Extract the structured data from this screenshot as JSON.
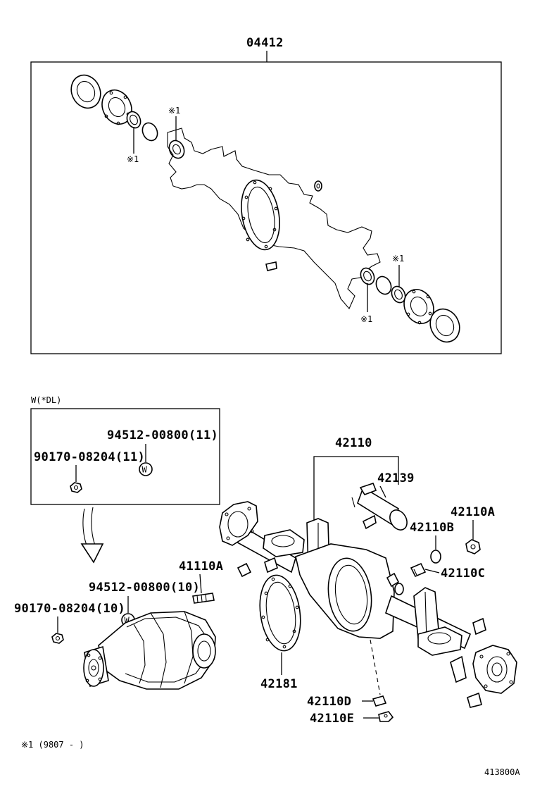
{
  "labels": {
    "kit": "04412",
    "mark_1a": "※1",
    "mark_1b": "※1",
    "mark_1c": "※1",
    "mark_1d": "※1",
    "w_dl": "W(*DL)",
    "p94512_11": "94512-00800(11)",
    "p90170_11": "90170-08204(11)",
    "w1": "W",
    "p42110": "42110",
    "p42139": "42139",
    "p42110A": "42110A",
    "p42110B": "42110B",
    "p41110A": "41110A",
    "p42110C": "42110C",
    "p94512_10": "94512-00800(10)",
    "p90170_10": "90170-08204(10)",
    "w2": "W",
    "p42181": "42181",
    "p42110D": "42110D",
    "p42110E": "42110E",
    "footnote": "※1 (9807 -      )",
    "figure_id": "413800A"
  }
}
